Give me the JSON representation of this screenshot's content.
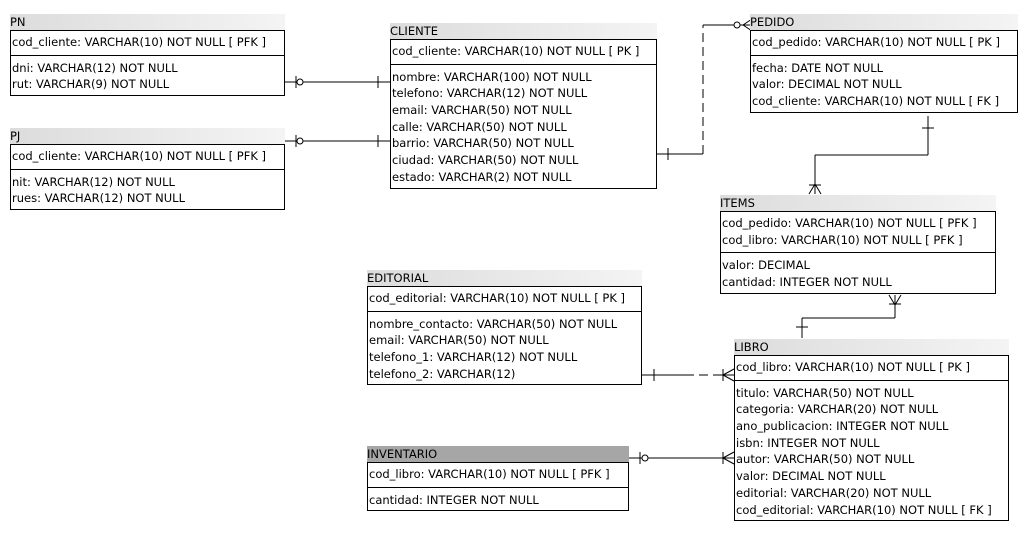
{
  "entities": {
    "pn": {
      "title": "PN",
      "pk": [
        "cod_cliente: VARCHAR(10)    NOT NULL   [ PFK ]"
      ],
      "attrs": [
        "dni: VARCHAR(12)    NOT NULL",
        "rut: VARCHAR(9)    NOT NULL"
      ]
    },
    "pj": {
      "title": "PJ",
      "pk": [
        "cod_cliente: VARCHAR(10)    NOT NULL   [ PFK ]"
      ],
      "attrs": [
        "nit: VARCHAR(12)    NOT NULL",
        "rues: VARCHAR(12)    NOT NULL"
      ]
    },
    "cliente": {
      "title": "CLIENTE",
      "pk": [
        "cod_cliente: VARCHAR(10)    NOT NULL   [ PK ]"
      ],
      "attrs": [
        "nombre: VARCHAR(100)    NOT NULL",
        "telefono: VARCHAR(12)    NOT NULL",
        "email: VARCHAR(50)    NOT NULL",
        "calle: VARCHAR(50)    NOT NULL",
        "barrio: VARCHAR(50)    NOT NULL",
        "ciudad: VARCHAR(50)    NOT NULL",
        "estado: VARCHAR(2)    NOT NULL"
      ]
    },
    "pedido": {
      "title": "PEDIDO",
      "pk": [
        "cod_pedido: VARCHAR(10)    NOT NULL   [ PK ]"
      ],
      "attrs": [
        "fecha: DATE    NOT NULL",
        "valor: DECIMAL    NOT NULL",
        "cod_cliente: VARCHAR(10)    NOT NULL   [ FK ]"
      ]
    },
    "items": {
      "title": "ITEMS",
      "pk": [
        "cod_pedido: VARCHAR(10)    NOT NULL   [ PFK ]",
        "cod_libro: VARCHAR(10)    NOT NULL   [ PFK ]"
      ],
      "attrs": [
        "valor: DECIMAL",
        "cantidad: INTEGER    NOT NULL"
      ]
    },
    "editorial": {
      "title": "EDITORIAL",
      "pk": [
        "cod_editorial: VARCHAR(10)    NOT NULL   [ PK ]"
      ],
      "attrs": [
        "nombre_contacto: VARCHAR(50)    NOT NULL",
        "email: VARCHAR(50)    NOT NULL",
        "telefono_1: VARCHAR(12)    NOT NULL",
        "telefono_2: VARCHAR(12)"
      ]
    },
    "libro": {
      "title": "LIBRO",
      "pk": [
        "cod_libro: VARCHAR(10)    NOT NULL   [ PK ]"
      ],
      "attrs": [
        "titulo: VARCHAR(50)    NOT NULL",
        "categoria: VARCHAR(20)    NOT NULL",
        "ano_publicacion: INTEGER    NOT NULL",
        "isbn: INTEGER    NOT NULL",
        "autor: VARCHAR(50)    NOT NULL",
        "valor: DECIMAL    NOT NULL",
        "editorial: VARCHAR(20)    NOT NULL",
        "cod_editorial: VARCHAR(10)    NOT NULL   [ FK ]"
      ]
    },
    "inventario": {
      "title": "INVENTARIO",
      "pk": [
        "cod_libro: VARCHAR(10)    NOT NULL   [ PFK ]"
      ],
      "attrs": [
        "cantidad: INTEGER    NOT NULL"
      ]
    }
  },
  "colors": {
    "header_gradient_start": "#dcdcdc",
    "header_gradient_end": "#f4f4f4",
    "header_selected": "#a6a6a6",
    "line": "#000000"
  }
}
